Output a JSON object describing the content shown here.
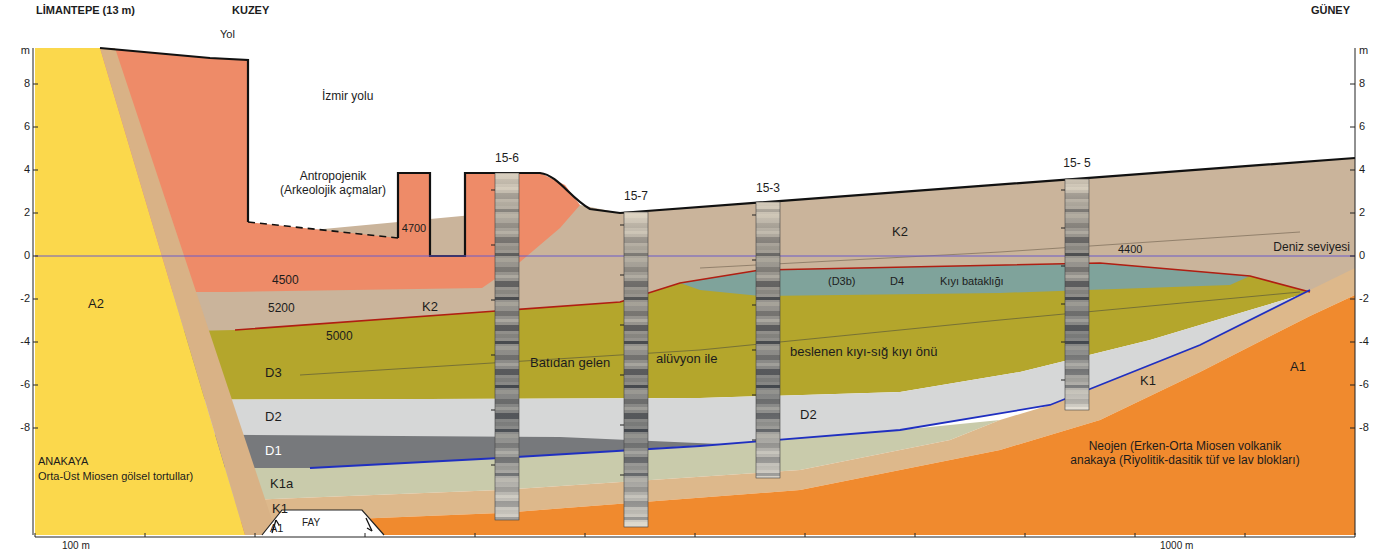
{
  "diagram": {
    "nodes": [
      {
        "text": [
          "A2",
          "ANAKAYA",
          "Orta-Üst Miosen gölsel tortullar)"
        ]
      },
      {
        "text": [
          "Antropojenik (Arkeolojik açmalar)"
        ]
      },
      {
        "text": [
          "K2",
          "K2"
        ]
      },
      {
        "text": [
          "(D3b)",
          "D4",
          "Kıyı bataklığı"
        ]
      },
      {
        "text": [
          "D3",
          "Batıdan gelen",
          "alüvyon ile",
          "beslenen kıyı-sığ kıyı önü"
        ]
      },
      {
        "text": [
          "D2",
          "D2"
        ]
      },
      {
        "text": [
          "D1"
        ]
      },
      {
        "text": [
          "K1a"
        ]
      },
      {
        "text": [
          "K1",
          "K1"
        ]
      },
      {
        "text": [
          "A1",
          "A1",
          "Neojen (Erken-Orta Miosen volkanik anakaya (Riyolitik-dasitik tüf ve lav blokları)"
        ]
      }
    ],
    "labels": [
      "LİMANTEPE (13 m)",
      "KUZEY",
      "GÜNEY",
      "Yol",
      "İzmir yolu",
      "15-6",
      "15-7",
      "15-3",
      "15- 5",
      "4700",
      "4500",
      "5200",
      "5000",
      "4400",
      "Deniz seviyesi",
      "FAY",
      "m",
      "8",
      "6",
      "4",
      "2",
      "0",
      "-2",
      "-4",
      "-6",
      "-8",
      "m",
      "8",
      "6",
      "4",
      "2",
      "0",
      "-2",
      "-4",
      "-6",
      "-8",
      "100 m",
      "1000 m"
    ]
  }
}
